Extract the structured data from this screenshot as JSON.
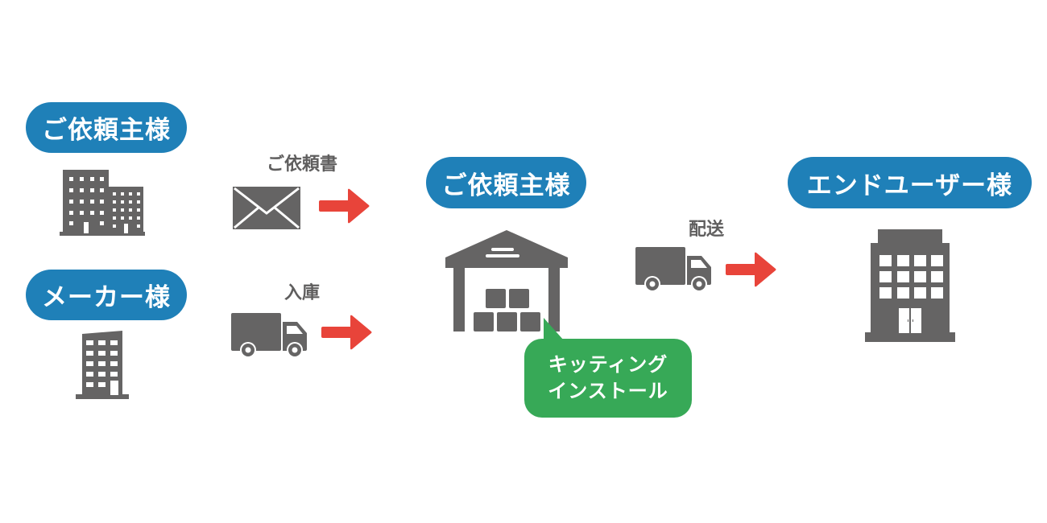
{
  "diagram": {
    "type": "logistics-flow",
    "colors": {
      "pill_blue": "#1f80b8",
      "icon_gray": "#656464",
      "arrow_red": "#e8443a",
      "bubble_green": "#37a957",
      "label_gray": "#5f5e5e"
    },
    "sources": [
      {
        "id": "client",
        "label": "ご依頼主様",
        "icon": "office-buildings-icon"
      },
      {
        "id": "maker",
        "label": "メーカー様",
        "icon": "building-icon"
      }
    ],
    "flows_in": [
      {
        "label": "ご依頼書",
        "icon": "envelope-icon",
        "arrow": "arrow-right-icon"
      },
      {
        "label": "入庫",
        "icon": "truck-icon",
        "arrow": "arrow-right-icon"
      }
    ],
    "hub": {
      "label": "ご依頼主様",
      "icon": "warehouse-icon",
      "callout": {
        "line1": "キッティング",
        "line2": "インストール"
      }
    },
    "flow_out": {
      "label": "配送",
      "icon": "truck-icon",
      "arrow": "arrow-right-icon"
    },
    "destination": {
      "label": "エンドユーザー様",
      "icon": "office-tower-icon"
    }
  }
}
